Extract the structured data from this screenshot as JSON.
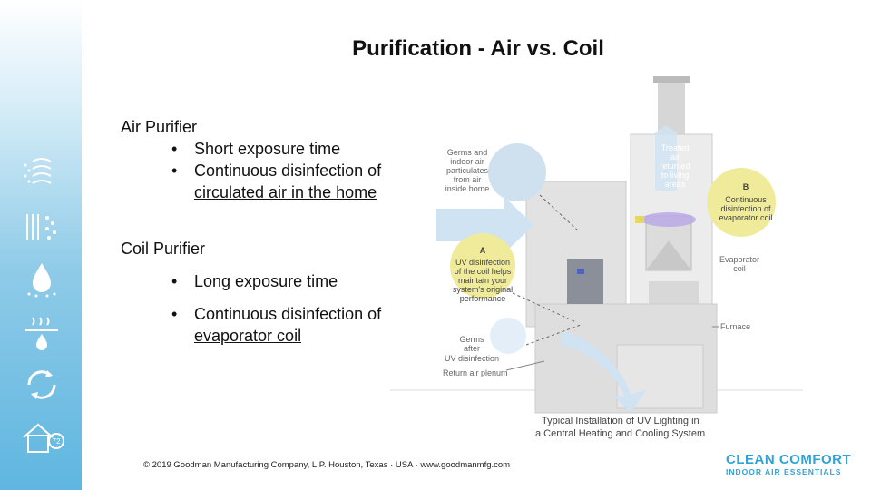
{
  "title": "Purification - Air vs. Coil",
  "air_purifier": {
    "heading": "Air Purifier",
    "bullets": [
      "Short exposure time",
      "Continuous disinfection of",
      "circulated air in the home"
    ]
  },
  "coil_purifier": {
    "heading": "Coil Purifier",
    "bullets": [
      "Long exposure time",
      "Continuous disinfection of",
      "evaporator coil"
    ]
  },
  "bullet_char": "•",
  "diagram": {
    "germs_label": [
      "Germs and",
      "indoor air",
      "particulates",
      "from air",
      "inside home"
    ],
    "treated_label": [
      "Treated",
      "air",
      "returned",
      "to living",
      "areas"
    ],
    "b_letter": "B",
    "b_label": [
      "Continuous",
      "disinfection of",
      "evaporator coil"
    ],
    "a_letter": "A",
    "a_label": [
      "UV disinfection",
      "of the coil helps",
      "maintain your",
      "system's original",
      "performance"
    ],
    "evap_label": [
      "Evaporator",
      "coil"
    ],
    "furnace_label": "Furnace",
    "germs_after_label": [
      "Germs",
      "after",
      "UV disinfection"
    ],
    "return_label": "Return air plenum",
    "caption": [
      "Typical Installation of UV Lighting in",
      "a Central Heating and Cooling System"
    ]
  },
  "footer": "© 2019 Goodman Manufacturing Company, L.P. Houston, Texas · USA · www.goodmanmfg.com",
  "brand": {
    "name": "CLEAN COMFORT",
    "tagline": "INDOOR AIR ESSENTIALS",
    "color": "#2fa3d8"
  },
  "sidebar_icons": [
    "airflow-icon",
    "filter-icon",
    "water-drop-icon",
    "heat-icon",
    "recycle-icon",
    "house-temperature-icon"
  ],
  "thermostat_value": "72"
}
